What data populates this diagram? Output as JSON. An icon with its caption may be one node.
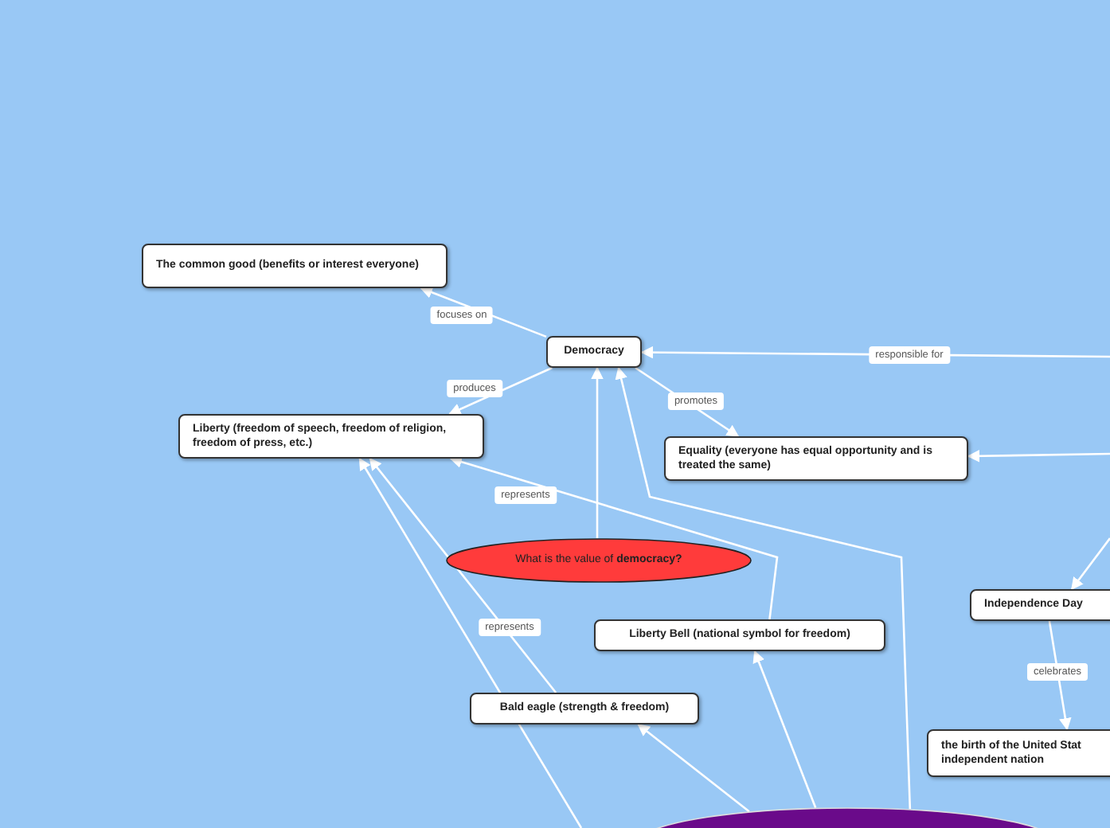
{
  "diagram": {
    "nodes": [
      {
        "text": [
          "The common good (benefits or interest everyone)"
        ]
      },
      {
        "text": [
          "Democracy"
        ]
      },
      {
        "text": [
          "Liberty (freedom of speech, freedom of religion, freedom of press, etc.)"
        ]
      },
      {
        "text": [
          "Equality (everyone has equal opportunity and is treated the same)"
        ]
      },
      {
        "text": [
          "What is the value of **democracy?**"
        ]
      },
      {
        "text": [
          "Liberty Bell (national symbol for freedom)"
        ]
      },
      {
        "text": [
          "Bald eagle (strength & freedom)"
        ]
      },
      {
        "text": [
          "Independence Day"
        ]
      },
      {
        "text": [
          "the birth of the United Stat independent nation"
        ]
      },
      {
        "text": [],
        "shape": "ellipse"
      }
    ],
    "edges": [
      {
        "from": 1,
        "to": 0,
        "arrow": "to",
        "label": "focuses on"
      },
      {
        "from": 1,
        "to": 2,
        "arrow": "to",
        "label": "produces"
      },
      {
        "from": 1,
        "to": 3,
        "arrow": "to",
        "label": "promotes"
      },
      {
        "from": null,
        "to": 1,
        "arrow": "to",
        "label": "responsible for"
      },
      {
        "from": null,
        "to": 3,
        "arrow": "to"
      },
      {
        "from": null,
        "to": 7,
        "arrow": "to"
      },
      {
        "from": 7,
        "to": 8,
        "arrow": "to",
        "label": "celebrates"
      },
      {
        "from": 5,
        "to": 2,
        "arrow": "to",
        "label": "represents"
      },
      {
        "from": 6,
        "to": 2,
        "arrow": "to",
        "label": "represents"
      },
      {
        "from": null,
        "to": 2,
        "arrow": "to"
      },
      {
        "from": 4,
        "to": 1,
        "arrow": "to"
      },
      {
        "from": 9,
        "to": 1,
        "arrow": "to"
      },
      {
        "from": 9,
        "to": 5,
        "arrow": "to"
      },
      {
        "from": 9,
        "to": 6,
        "arrow": "to"
      }
    ]
  }
}
